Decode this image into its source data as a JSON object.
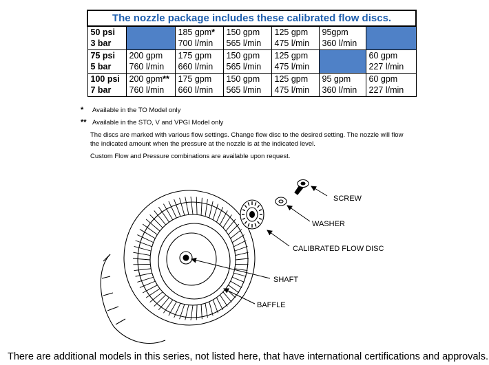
{
  "table": {
    "title": "The nozzle package includes these calibrated flow discs.",
    "rows": [
      {
        "psi": "50 psi",
        "bar": "3 bar",
        "cells": [
          {
            "blue": true,
            "l1": "",
            "l2": ""
          },
          {
            "blue": false,
            "l1": "185 gpm",
            "mark": "*",
            "l2": "700 l/min"
          },
          {
            "blue": false,
            "l1": "150 gpm",
            "l2": "565 l/min"
          },
          {
            "blue": false,
            "l1": "125 gpm",
            "l2": "475 l/min"
          },
          {
            "blue": false,
            "l1": "95gpm",
            "l2": "360 l/min"
          },
          {
            "blue": true,
            "l1": "",
            "l2": ""
          }
        ]
      },
      {
        "psi": "75 psi",
        "bar": "5 bar",
        "cells": [
          {
            "blue": false,
            "l1": "200 gpm",
            "l2": "760 l/min"
          },
          {
            "blue": false,
            "l1": "175 gpm",
            "l2": "660 l/min"
          },
          {
            "blue": false,
            "l1": "150 gpm",
            "l2": "565 l/min"
          },
          {
            "blue": false,
            "l1": "125 gpm",
            "l2": "475 l/min"
          },
          {
            "blue": true,
            "l1": "",
            "l2": ""
          },
          {
            "blue": false,
            "l1": "60 gpm",
            "l2": "227 l/min"
          }
        ]
      },
      {
        "psi": "100 psi",
        "bar": "7 bar",
        "cells": [
          {
            "blue": false,
            "l1": "200 gpm",
            "mark": "**",
            "l2": "760 l/min"
          },
          {
            "blue": false,
            "l1": "175 gpm",
            "l2": "660 l/min"
          },
          {
            "blue": false,
            "l1": "150 gpm",
            "l2": "565 l/min"
          },
          {
            "blue": false,
            "l1": "125 gpm",
            "l2": "475 l/min"
          },
          {
            "blue": false,
            "l1": "95 gpm",
            "l2": "360 l/min"
          },
          {
            "blue": false,
            "l1": "60 gpm",
            "l2": "227 l/min"
          }
        ]
      }
    ]
  },
  "notes": {
    "star1_symbol": "*",
    "star1_text": "Available in the TO Model only",
    "star2_symbol": "**",
    "star2_text": "Available in the STO, V and VPGI Model only",
    "para1": "The discs are marked with various flow settings. Change flow disc to the desired setting. The nozzle will flow the indicated amount when the pressure at the nozzle is at the indicated level.",
    "para2": "Custom Flow and Pressure combinations are available upon request."
  },
  "diagram": {
    "labels": {
      "screw": "SCREW",
      "washer": "WASHER",
      "disc": "CALIBRATED FLOW DISC",
      "shaft": "SHAFT",
      "baffle": "BAFFLE"
    }
  },
  "footer": "There are additional models in this series, not listed here, that have international certifications and approvals.",
  "colors": {
    "title_blue": "#1f5fae",
    "cell_blue": "#4f81c7"
  }
}
